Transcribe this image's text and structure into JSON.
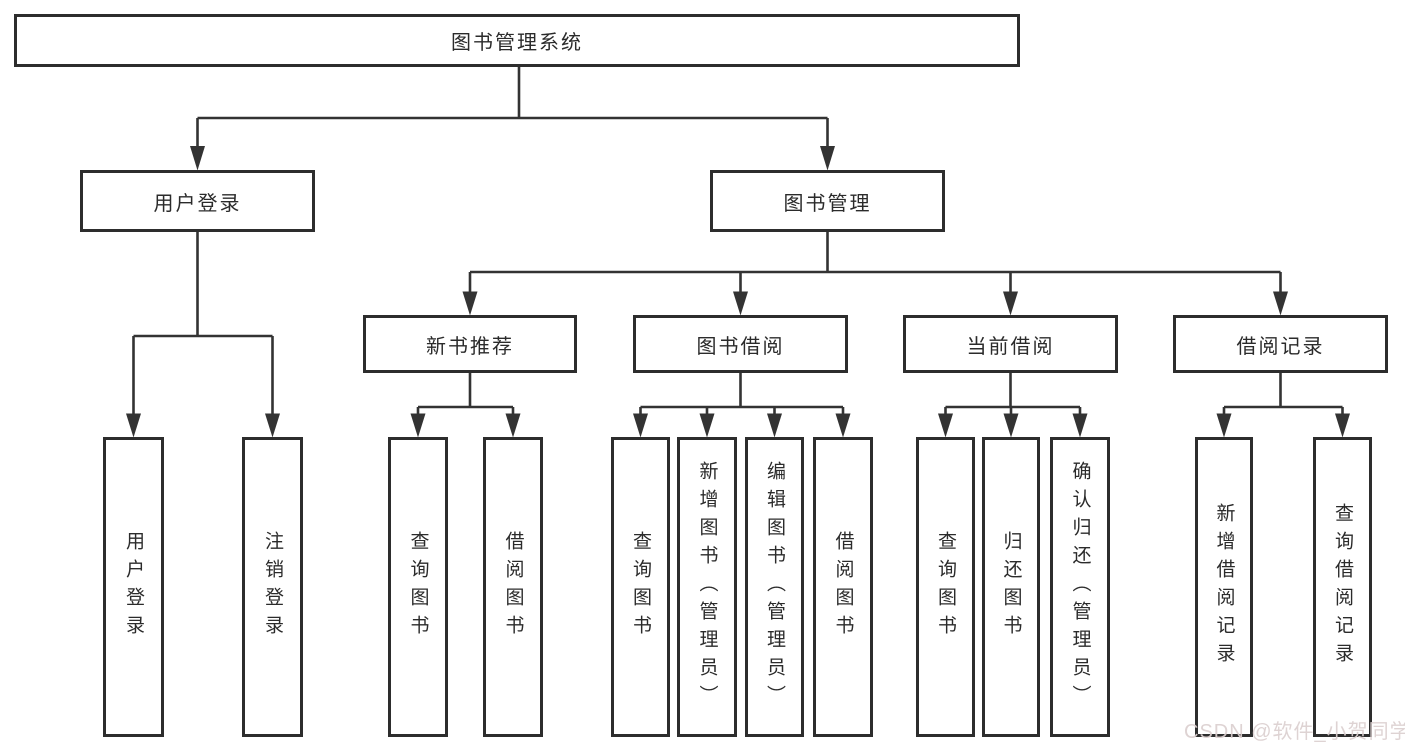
{
  "diagram": {
    "type": "tree",
    "root_label": "图书管理系统",
    "branches": [
      {
        "label": "用户登录",
        "children": [
          {
            "label": "用户登录"
          },
          {
            "label": "注销登录"
          }
        ]
      },
      {
        "label": "图书管理",
        "children": [
          {
            "label": "新书推荐",
            "children": [
              {
                "label": "查询图书"
              },
              {
                "label": "借阅图书"
              }
            ]
          },
          {
            "label": "图书借阅",
            "children": [
              {
                "label": "查询图书"
              },
              {
                "label": "新增图书（管理员）"
              },
              {
                "label": "编辑图书（管理员）"
              },
              {
                "label": "借阅图书"
              }
            ]
          },
          {
            "label": "当前借阅",
            "children": [
              {
                "label": "查询图书"
              },
              {
                "label": "归还图书"
              },
              {
                "label": "确认归还（管理员）"
              }
            ]
          },
          {
            "label": "借阅记录",
            "children": [
              {
                "label": "新增借阅记录"
              },
              {
                "label": "查询借阅记录"
              }
            ]
          }
        ]
      }
    ]
  },
  "colors": {
    "line": "#333333",
    "box_border": "#2d2d2d",
    "text": "#2b2b2b",
    "background": "#ffffff",
    "watermark": "#dbcfcf"
  },
  "watermark": {
    "text": "CSDN @软件_小贺同学"
  }
}
